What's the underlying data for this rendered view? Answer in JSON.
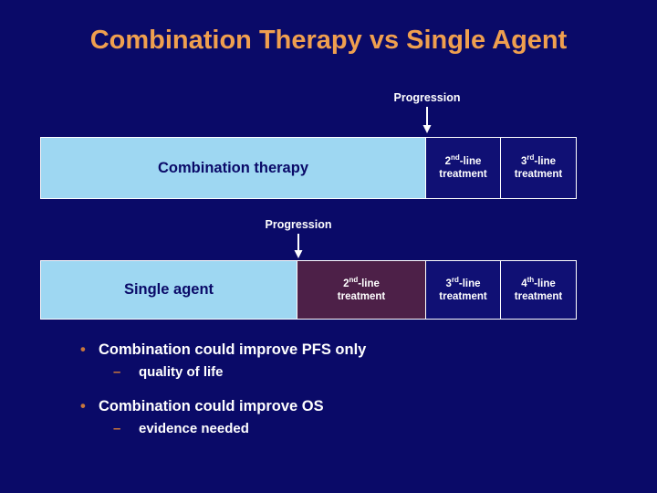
{
  "slide": {
    "title": "Combination Therapy vs Single Agent",
    "background_color": "#0a0a68",
    "title_color": "#ef9f4f"
  },
  "diagram": {
    "progression_label_1": "Progression",
    "progression_label_2": "Progression",
    "arrow_icon": "down-arrow-icon",
    "rows": [
      {
        "name": "combination-therapy",
        "main_label": "Combination therapy",
        "main_color": "#9ed7f2",
        "cells": [
          {
            "ordinal": "2",
            "suffix": "nd",
            "line_1": "-line",
            "line_2": "treatment",
            "color": "#101074"
          },
          {
            "ordinal": "3",
            "suffix": "rd",
            "line_1": "-line",
            "line_2": "treatment",
            "color": "#101074"
          }
        ]
      },
      {
        "name": "single-agent",
        "main_label": "Single agent",
        "main_color": "#9ed7f2",
        "cells": [
          {
            "ordinal": "2",
            "suffix": "nd",
            "line_1": "-line",
            "line_2": "treatment",
            "color": "#4d2048"
          },
          {
            "ordinal": "3",
            "suffix": "rd",
            "line_1": "-line",
            "line_2": "treatment",
            "color": "#101074"
          },
          {
            "ordinal": "4",
            "suffix": "th",
            "line_1": "-line",
            "line_2": "treatment",
            "color": "#101074"
          }
        ]
      }
    ]
  },
  "bullets": {
    "marker_level_1": "•",
    "marker_level_2": "–",
    "marker_color": "#c8763c",
    "items": [
      {
        "level": 1,
        "text": "Combination could improve PFS only"
      },
      {
        "level": 2,
        "text": "quality of life"
      },
      {
        "level": 1,
        "text": "Combination could improve OS"
      },
      {
        "level": 2,
        "text": "evidence needed"
      }
    ]
  }
}
